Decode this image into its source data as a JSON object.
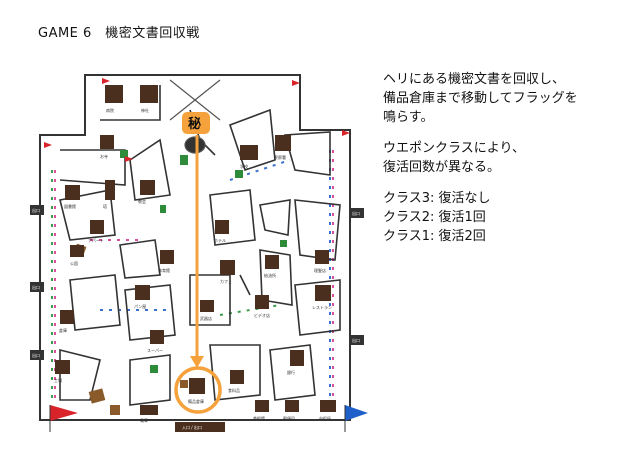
{
  "title": "GAME 6　機密文書回収戦",
  "description": {
    "line1": "ヘリにある機密文書を回収し、",
    "line2": "備品倉庫まで移動してフラッグを",
    "line3": "鳴らす。",
    "line4": "ウエポンクラスにより、",
    "line5": "復活回数が異なる。",
    "class3": "クラス3: 復活なし",
    "class2": "クラス2: 復活1回",
    "class1": "クラス1: 復活2回"
  },
  "map": {
    "secret_badge": "秘",
    "entrance_label": "入口 / 出口",
    "exit_left_top": "出口",
    "exit_left_mid": "出口",
    "exit_left_bottom": "出口",
    "exit_right_top": "出口",
    "exit_right_mid": "出口",
    "labels": {
      "hospital": "病院",
      "shrine": "神社",
      "temple": "お寺",
      "police": "警察署",
      "school": "学校",
      "library": "図書館",
      "church": "教会",
      "hotel": "ホテル",
      "cafe": "カフェ",
      "gas": "給油所",
      "barber": "理髪店",
      "restaurant": "レストラン",
      "weapon_shop": "武器店",
      "video_shop": "ビデオ店",
      "bakery": "パン屋",
      "supermarket": "スーパー",
      "warehouse": "倉庫",
      "storage": "備品倉庫",
      "train": "電車",
      "grocery": "食料品",
      "bank": "銀行",
      "city_hall": "市役所",
      "post": "郵便局",
      "museum": "美術館",
      "factory": "工場",
      "apartment": "アパート",
      "tower": "塔",
      "park": "公園",
      "gym": "体育館"
    },
    "colors": {
      "route": "#f5a23c",
      "flag_red": "#d8232a",
      "flag_blue": "#1f5fc9",
      "icon_brown": "#4a2f1f",
      "green": "#2e8b3a",
      "crate": "#8b5a2b"
    }
  }
}
